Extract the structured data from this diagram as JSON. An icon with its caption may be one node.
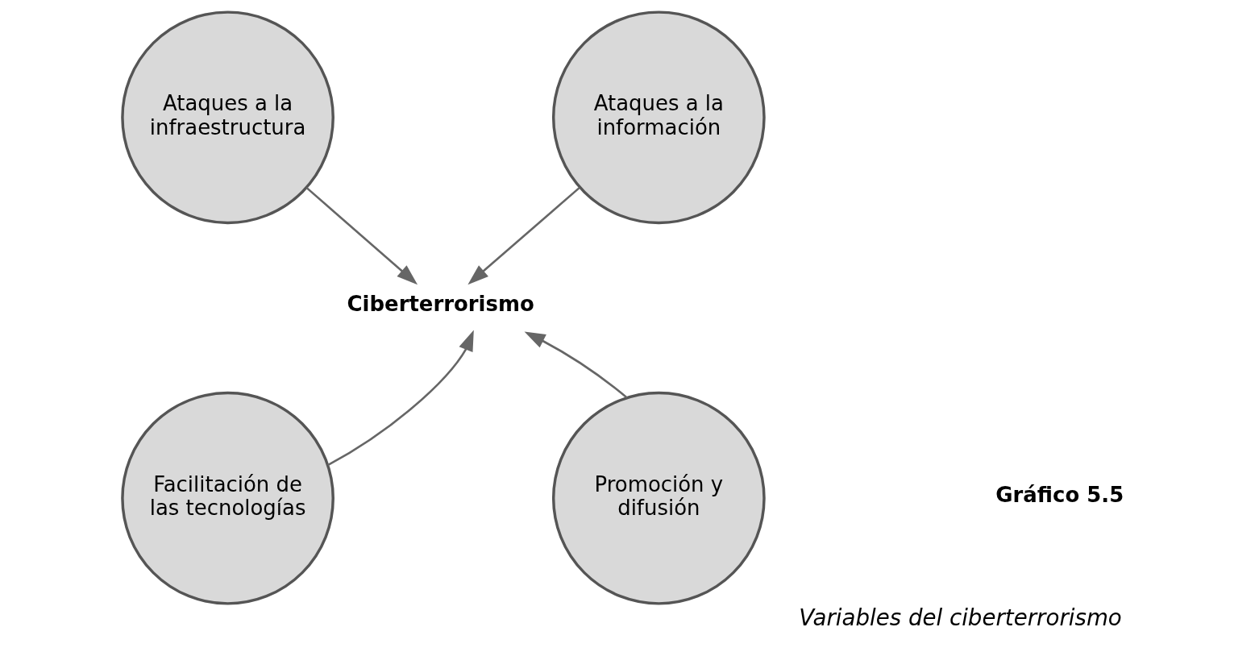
{
  "diagram": {
    "caption": "Variables del ciberterrorismo",
    "nodes": [
      {
        "text": [
          "Ataques a la infraestructura"
        ]
      },
      {
        "text": [
          "Ataques a la información"
        ]
      },
      {
        "text": [
          "Ciberterrorismo"
        ]
      },
      {
        "text": [
          "Facilitación de las tecnologías"
        ]
      },
      {
        "text": [
          "Promoción y difusión"
        ]
      }
    ],
    "edges": [
      {
        "from": 0,
        "to": 2,
        "arrow": "to"
      },
      {
        "from": 1,
        "to": 2,
        "arrow": "to"
      },
      {
        "from": 3,
        "to": 2,
        "arrow": "to"
      },
      {
        "from": 4,
        "to": 2,
        "arrow": "to"
      }
    ],
    "labels": [
      "Gráfico 5.5"
    ]
  }
}
